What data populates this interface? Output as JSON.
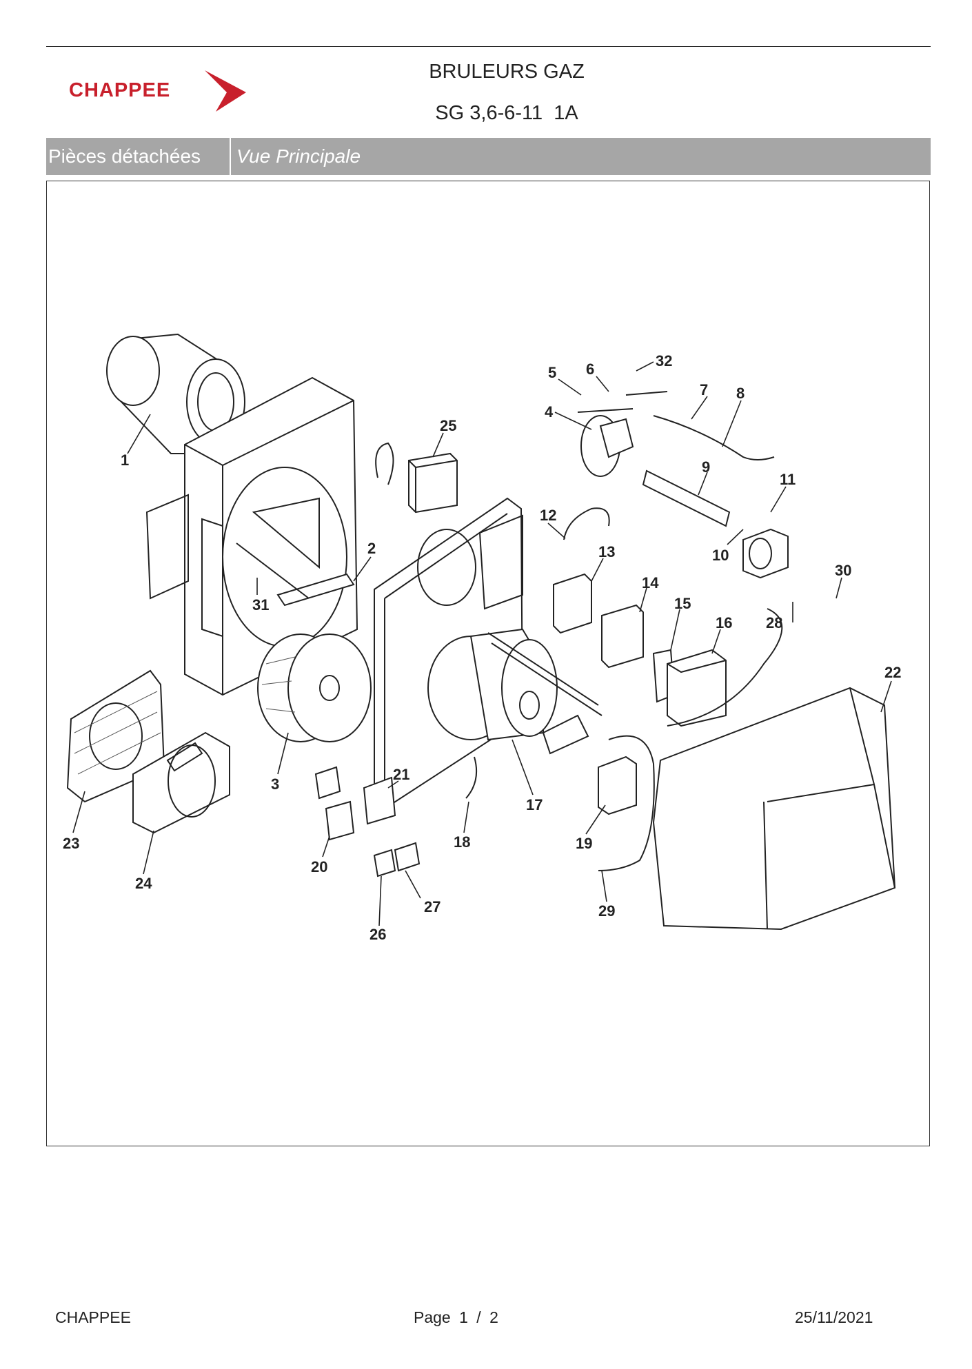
{
  "header": {
    "brand": "CHAPPEE",
    "title_line1": "BRULEURS GAZ",
    "title_line2": "SG 3,6-6-11  1A"
  },
  "section_bar": {
    "left_label": "Pièces détachées",
    "right_label": "Vue Principale"
  },
  "diagram": {
    "callouts": [
      "1",
      "2",
      "3",
      "4",
      "5",
      "6",
      "7",
      "8",
      "9",
      "10",
      "11",
      "12",
      "13",
      "14",
      "15",
      "16",
      "17",
      "18",
      "19",
      "20",
      "21",
      "22",
      "23",
      "24",
      "25",
      "26",
      "27",
      "28",
      "29",
      "30",
      "31",
      "32"
    ]
  },
  "footer": {
    "company": "CHAPPEE",
    "page_label": "Page  1 / 2",
    "date": "25/11/2021"
  },
  "colors": {
    "brand_red": "#c8202c",
    "bar_gray": "#a6a6a6"
  }
}
